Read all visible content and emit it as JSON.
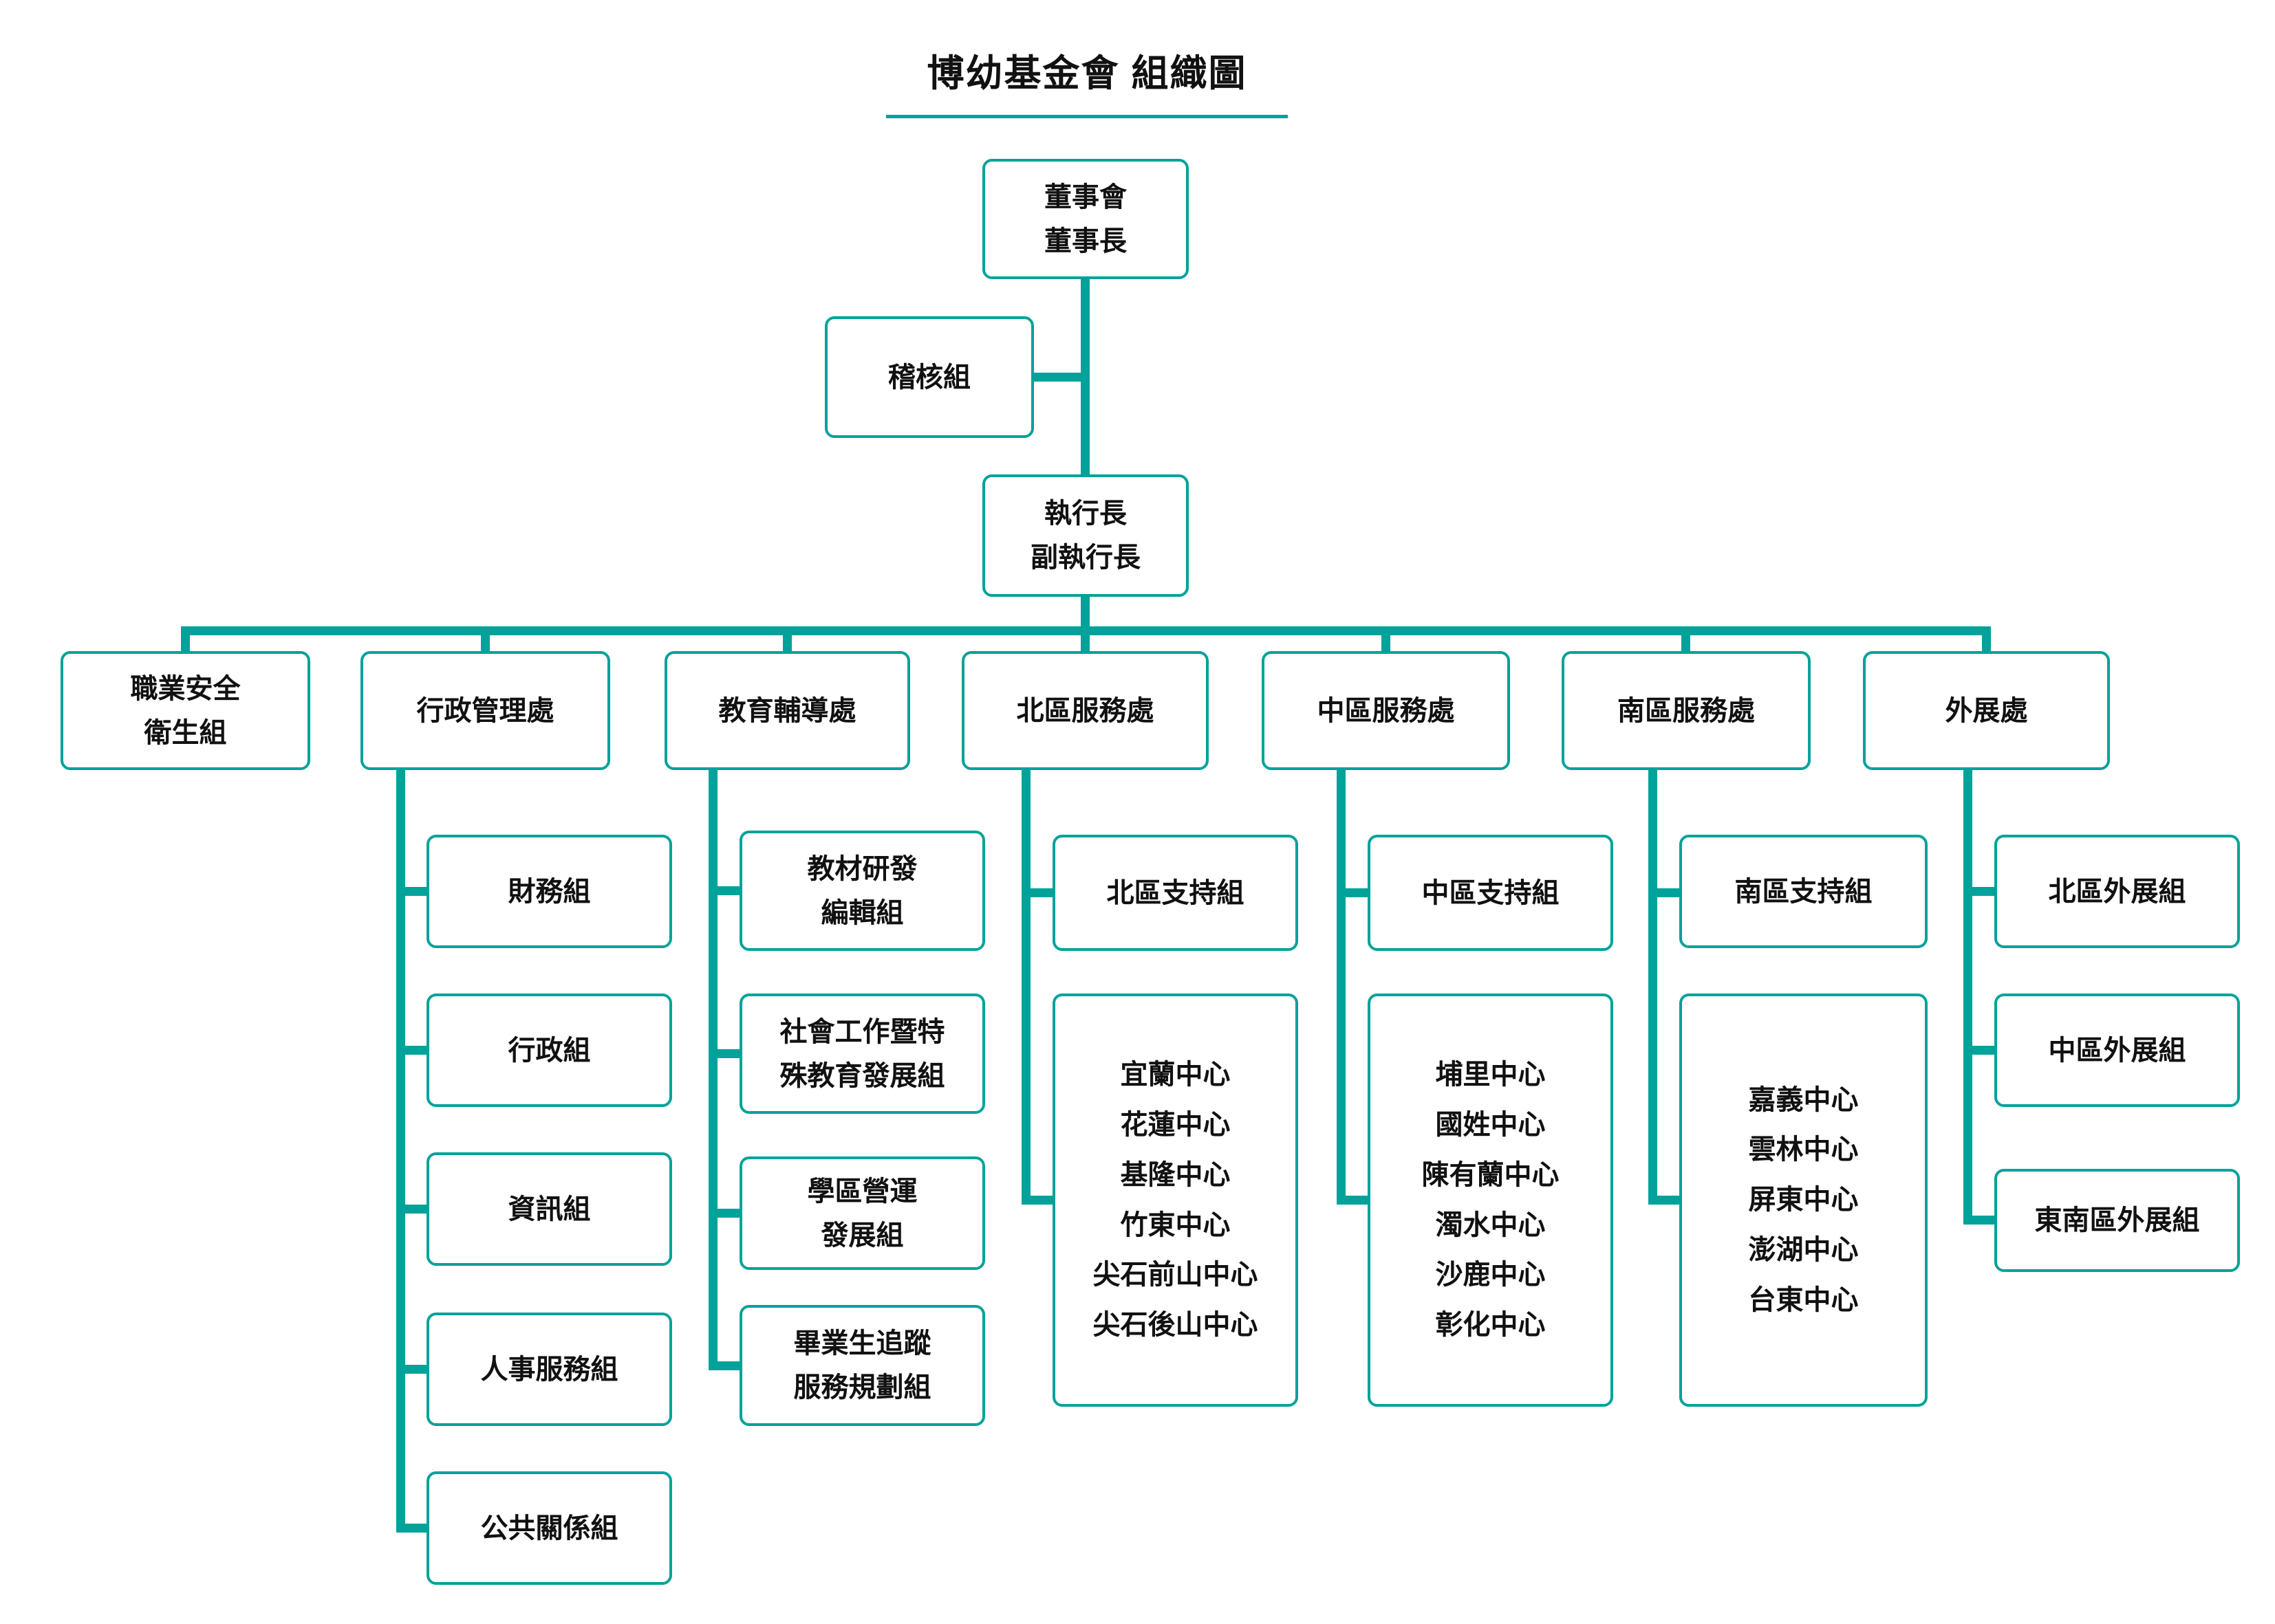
{
  "title": "博幼基金會 組織圖",
  "colors": {
    "accent": "#00A29A",
    "text": "#111111",
    "background": "#FFFFFF"
  },
  "board": {
    "lines": [
      "董事會",
      "董事長"
    ]
  },
  "audit": {
    "label": "稽核組"
  },
  "executive": {
    "lines": [
      "執行長",
      "副執行長"
    ]
  },
  "safety": {
    "lines": [
      "職業安全",
      "衛生組"
    ]
  },
  "admin": {
    "label": "行政管理處",
    "children": [
      "財務組",
      "行政組",
      "資訊組",
      "人事服務組",
      "公共關係組"
    ]
  },
  "education": {
    "label": "教育輔導處",
    "children": [
      {
        "lines": [
          "教材研發",
          "編輯組"
        ]
      },
      {
        "lines": [
          "社會工作暨特",
          "殊教育發展組"
        ]
      },
      {
        "lines": [
          "學區營運",
          "發展組"
        ]
      },
      {
        "lines": [
          "畢業生追蹤",
          "服務規劃組"
        ]
      }
    ]
  },
  "north": {
    "label": "北區服務處",
    "support": "北區支持組",
    "centers": [
      "宜蘭中心",
      "花蓮中心",
      "基隆中心",
      "竹東中心",
      "尖石前山中心",
      "尖石後山中心"
    ]
  },
  "central": {
    "label": "中區服務處",
    "support": "中區支持組",
    "centers": [
      "埔里中心",
      "國姓中心",
      "陳有蘭中心",
      "濁水中心",
      "沙鹿中心",
      "彰化中心"
    ]
  },
  "south": {
    "label": "南區服務處",
    "support": "南區支持組",
    "centers": [
      "嘉義中心",
      "雲林中心",
      "屏東中心",
      "澎湖中心",
      "台東中心"
    ]
  },
  "outreach": {
    "label": "外展處",
    "children": [
      "北區外展組",
      "中區外展組",
      "東南區外展組"
    ]
  }
}
